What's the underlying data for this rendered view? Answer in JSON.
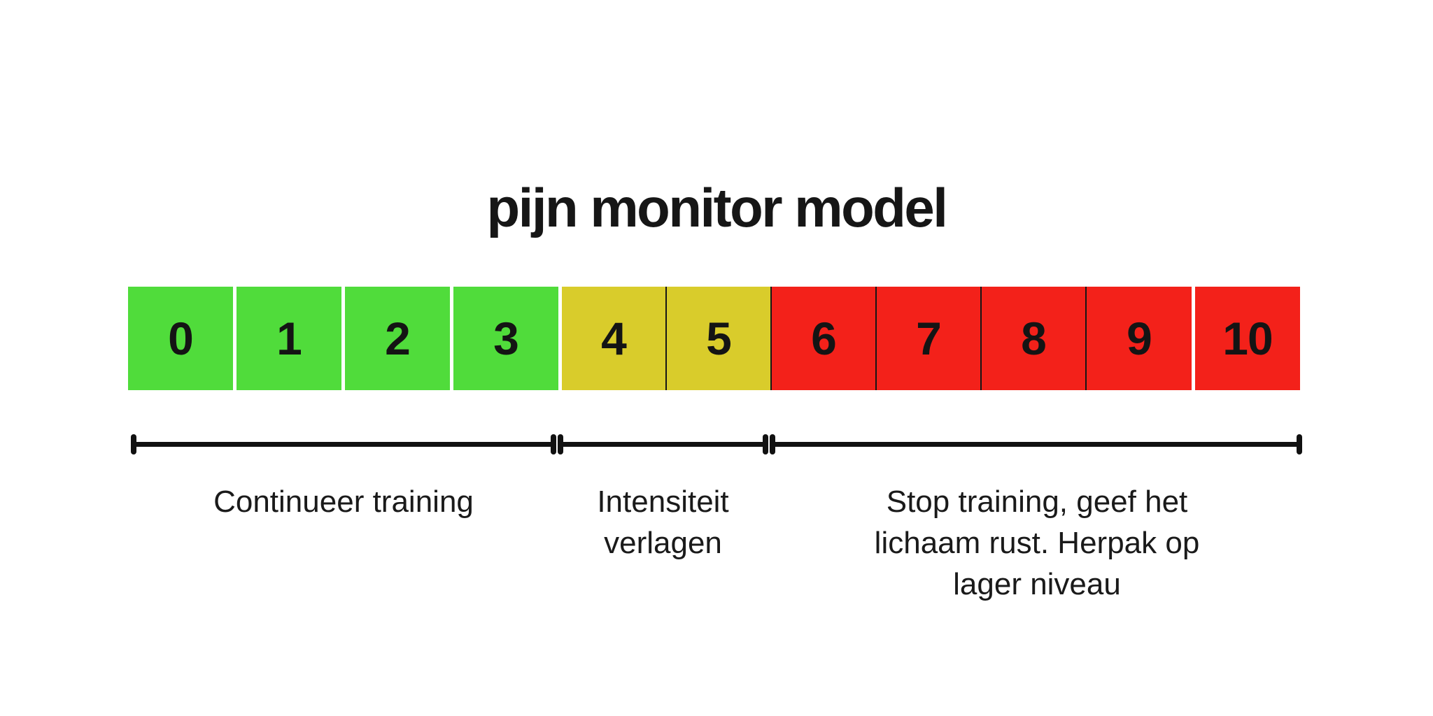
{
  "title": "pijn monitor model",
  "scale": {
    "colors": {
      "green": "#50DC3B",
      "yellow": "#D9CC2B",
      "red": "#F3211A"
    },
    "boxes": [
      {
        "label": "0",
        "zone": "green",
        "divider_right": "gap"
      },
      {
        "label": "1",
        "zone": "green",
        "divider_right": "gap"
      },
      {
        "label": "2",
        "zone": "green",
        "divider_right": "gap"
      },
      {
        "label": "3",
        "zone": "green",
        "divider_right": "gap"
      },
      {
        "label": "4",
        "zone": "yellow",
        "divider_right": "line"
      },
      {
        "label": "5",
        "zone": "yellow",
        "divider_right": "line"
      },
      {
        "label": "6",
        "zone": "red",
        "divider_right": "line"
      },
      {
        "label": "7",
        "zone": "red",
        "divider_right": "line"
      },
      {
        "label": "8",
        "zone": "red",
        "divider_right": "line"
      },
      {
        "label": "9",
        "zone": "red",
        "divider_right": "gap"
      },
      {
        "label": "10",
        "zone": "red",
        "divider_right": "none"
      }
    ]
  },
  "zones": [
    {
      "name": "green",
      "range": "0-3",
      "label": "Continueer training"
    },
    {
      "name": "yellow",
      "range": "4-5",
      "label": "Intensiteit\nverlagen"
    },
    {
      "name": "red",
      "range": "6-10",
      "label": "Stop training, geef het\nlichaam rust. Herpak op\nlager niveau"
    }
  ]
}
